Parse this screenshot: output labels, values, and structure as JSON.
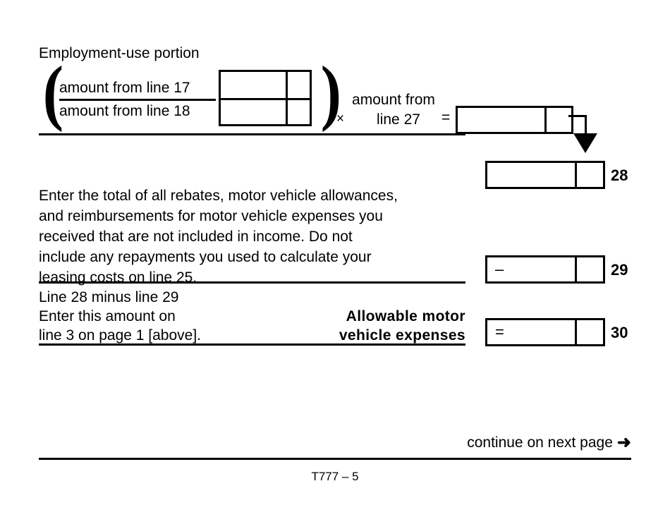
{
  "form": {
    "heading": "Employment-use portion",
    "page_id": "T777 – 5"
  },
  "formula": {
    "numerator_label": "amount from line 17",
    "denominator_label": "amount from line 18",
    "multiply_symbol": "×",
    "equals_symbol": "=",
    "operand_label_line1": "amount from",
    "operand_label_line2": "line 27",
    "ratio_cells": [
      "",
      "",
      "",
      ""
    ],
    "result_value": "",
    "result_cents": ""
  },
  "lines": [
    {
      "number": "28",
      "operator": "",
      "value": "",
      "cents": "",
      "description": ""
    },
    {
      "number": "29",
      "operator": "–",
      "value": "",
      "cents": "",
      "description": "Enter the total of all rebates, motor vehicle allowances, and reimbursements for motor vehicle expenses you received that are not included in income. Do not include any repayments you used to calculate your leasing costs on line 25."
    },
    {
      "number": "30",
      "operator": "=",
      "value": "",
      "cents": "",
      "description": "Line 28 minus line 29 Enter this amount on line 3 on page 1 [above]."
    }
  ],
  "paragraph_lines": [
    "Enter the total of all rebates, motor vehicle allowances,",
    "and reimbursements for motor vehicle expenses you",
    "received that are not included in income. Do not",
    "include any repayments you used to calculate your",
    "leasing costs on line 25."
  ],
  "line30_instruction_lines": [
    "Line 28 minus line 29",
    "Enter this amount on",
    "line 3 on page 1 [above]."
  ],
  "line30_label_lines": [
    "Allowable motor",
    "vehicle expenses"
  ],
  "footer": {
    "continue_text": "continue on next page",
    "continue_arrow": "➜"
  },
  "symbols": {
    "paren_open": "(",
    "paren_close": ")"
  },
  "colors": {
    "ink": "#000000",
    "background": "#ffffff"
  }
}
